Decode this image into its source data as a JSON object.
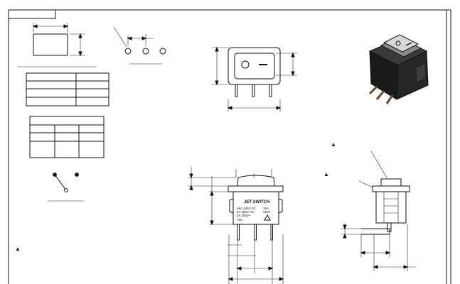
{
  "switch_label": {
    "brand": "JET SWITCH",
    "rating_1": "16A 125V AC",
    "rating_2": "6A 250V AC",
    "rating_3": "5A 250V~",
    "rating_4": "T85",
    "rating_5": "16A",
    "rating_6": "250V"
  },
  "marks": {
    "warning_glyph": "▲"
  },
  "colors": {
    "line": "#111111",
    "body_dark": "#1a1a1a",
    "rocker_grey": "#8a8a8a",
    "rocker_light": "#d8d8d8",
    "pin_copper": "#6b4a2a"
  }
}
